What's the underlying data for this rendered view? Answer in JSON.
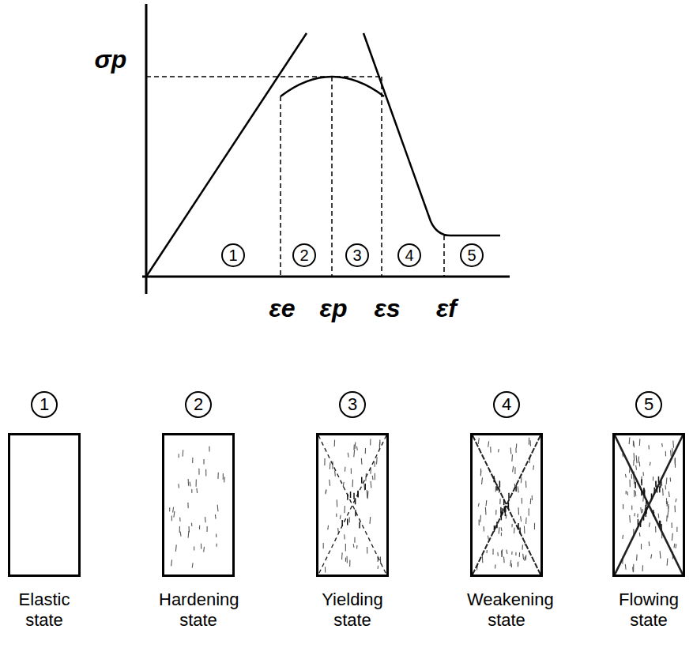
{
  "diagram": {
    "nodes": [
      {
        "text": [
          "1"
        ]
      },
      {
        "text": [
          "2"
        ]
      },
      {
        "text": [
          "3"
        ]
      },
      {
        "text": [
          "4"
        ]
      },
      {
        "text": [
          "5"
        ]
      },
      {
        "text": [
          "1",
          "Elastic state"
        ]
      },
      {
        "text": [
          "2",
          "Hardening state"
        ]
      },
      {
        "text": [
          "3",
          "Yielding state"
        ]
      },
      {
        "text": [
          "4",
          "Weakening state"
        ]
      },
      {
        "text": [
          "5",
          "Flowing state"
        ]
      }
    ],
    "labels": [
      "σp",
      "εe",
      "εp",
      "εs",
      "εf"
    ]
  }
}
